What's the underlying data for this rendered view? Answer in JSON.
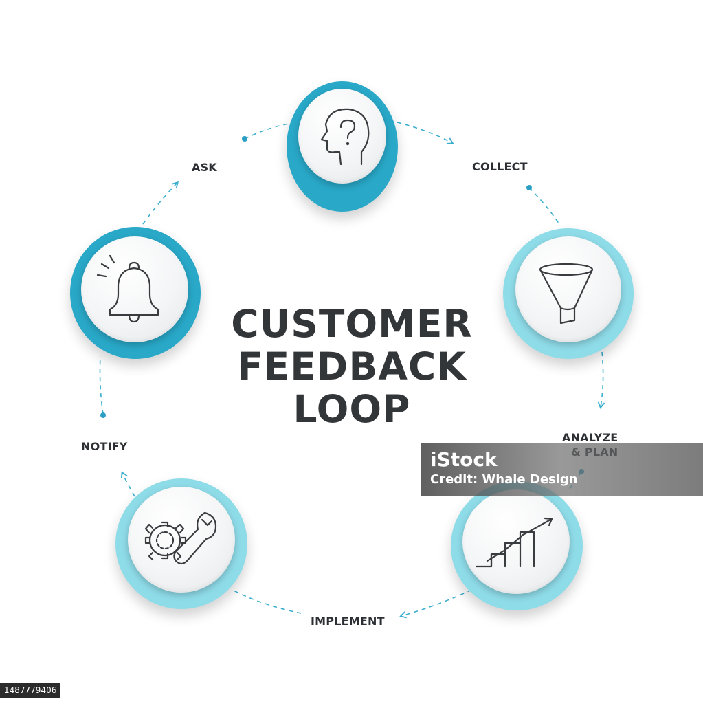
{
  "title": {
    "line1": "CUSTOMER",
    "line2": "FEEDBACK",
    "line3": "LOOP"
  },
  "steps": [
    {
      "id": "ask",
      "label": "ASK",
      "icon": "head-question-icon"
    },
    {
      "id": "collect",
      "label": "COLLECT",
      "icon": "funnel-icon"
    },
    {
      "id": "analyze",
      "label": "ANALYZE\n& PLAN",
      "icon": "growth-chart-icon"
    },
    {
      "id": "implement",
      "label": "IMPLEMENT",
      "icon": "gear-wrench-icon"
    },
    {
      "id": "notify",
      "label": "NOTIFY",
      "icon": "bell-icon"
    }
  ],
  "colors": {
    "ring_dark": "#29a8c8",
    "ring_light": "#8fdce9",
    "arrow": "#3aaecd",
    "title_text": "#333638",
    "icon_stroke": "#3a3d40"
  },
  "watermark": {
    "brand": "iStock",
    "credit": "Credit: Whale Design"
  },
  "stock_id": "1487779406"
}
